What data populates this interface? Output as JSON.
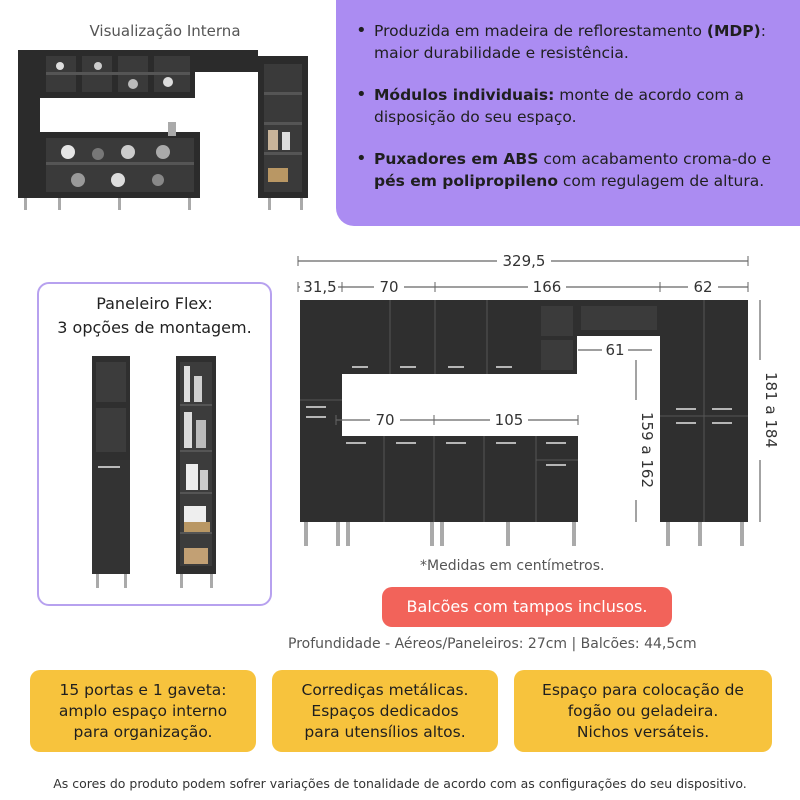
{
  "preview": {
    "title": "Visualização Interna"
  },
  "features": [
    {
      "bold1": "",
      "text1": "Produzida em madeira de reflorestamento ",
      "bold2": "(MDP)",
      "text2": ": maior durabilidade e resistência."
    },
    {
      "bold1": "Módulos individuais:",
      "text1": " monte de acordo com a disposição do seu espaço.",
      "bold2": "",
      "text2": ""
    },
    {
      "bold1": "Puxadores em ABS",
      "text1": " com acabamento croma-do e ",
      "bold2": "pés em polipropileno",
      "text2": " com regulagem de altura."
    }
  ],
  "dimensions": {
    "total": "329,5",
    "d1": "31,5",
    "d2": "70",
    "d3": "166",
    "d4": "62",
    "d5": "61",
    "d6": "70",
    "d7": "105",
    "height_right": "181 a 184",
    "height_mid": "159 a 162"
  },
  "panel": {
    "line1": "Paneleiro Flex:",
    "line2": "3 opções de montagem."
  },
  "measure_note": "*Medidas em centímetros.",
  "highlight": "Balcões com tampos inclusos.",
  "depth": "Profundidade - Aéreos/Paneleiros: 27cm | Balcões: 44,5cm",
  "cards": [
    {
      "l1": "15 portas e 1 gaveta:",
      "l2": "amplo espaço interno",
      "l3": "para organização."
    },
    {
      "l1": "Corrediças metálicas.",
      "l2": "Espaços dedicados",
      "l3": "para utensílios altos."
    },
    {
      "l1": "Espaço para colocação de",
      "l2": "fogão ou geladeira.",
      "l3": "Nichos versáteis."
    }
  ],
  "footer": "As cores do produto podem sofrer variações de tonalidade de acordo com as configurações do seu dispositivo.",
  "colors": {
    "purple": "#ab8cf2",
    "yellow": "#f7c33d",
    "red": "#f2635a",
    "cabinet": "#2e2e2e"
  }
}
